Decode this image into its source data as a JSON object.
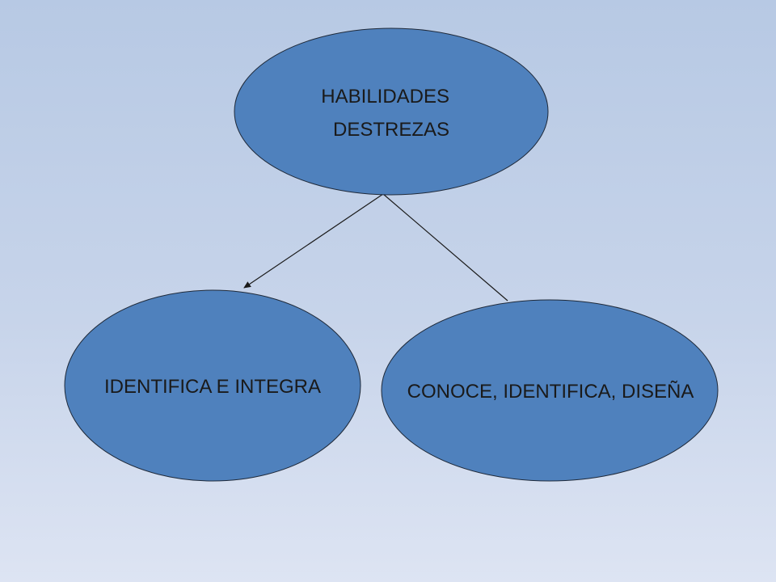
{
  "diagram": {
    "nodes": {
      "root": {
        "line1": "HABILIDADES",
        "line2": "DESTREZAS"
      },
      "left": {
        "label": "IDENTIFICA E INTEGRA"
      },
      "right": {
        "label": "CONOCE, IDENTIFICA, DISEÑA"
      }
    },
    "colors": {
      "node_fill": "#4f81bd",
      "node_stroke": "#1f2a3a",
      "edge": "#1a1a1a"
    }
  }
}
